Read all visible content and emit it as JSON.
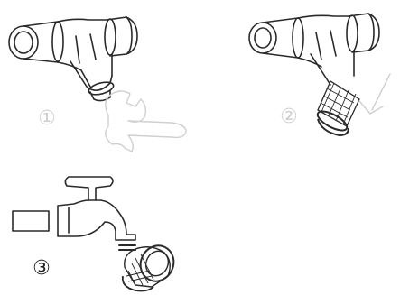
{
  "steps": [
    {
      "number": "①",
      "label_color": "#cfcfcf"
    },
    {
      "number": "②",
      "label_color": "#cfcfcf"
    },
    {
      "number": "③",
      "label_color": "#222222"
    }
  ],
  "colors": {
    "outline": "#2a2a2a",
    "faint_outline": "#d0d0d0",
    "background": "#ffffff"
  },
  "icons": {
    "step1": [
      "y-strainer-body-icon",
      "wrench-icon"
    ],
    "step2": [
      "y-strainer-with-mesh-icon",
      "down-arrow-icon"
    ],
    "step3": [
      "water-tap-icon",
      "mesh-filter-cartridge-icon"
    ]
  }
}
